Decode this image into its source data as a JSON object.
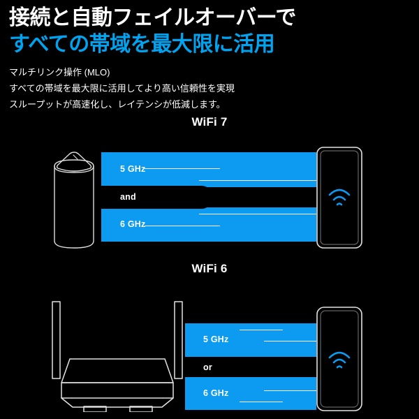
{
  "headline": {
    "line1": "接続と自動フェイルオーバーで",
    "line2": "すべての帯域を最大限に活用"
  },
  "subcopy": {
    "line1": "マルチリンク操作 (MLO)",
    "line2": "すべての帯域を最大限に活用してより高い信頼性を実現",
    "line3": "スループットが高速化し、レイテンシが低減します。"
  },
  "colors": {
    "background": "#000000",
    "accent_blue": "#0c9bf0",
    "headline_blue": "#00a3ef",
    "text_white": "#ffffff",
    "outline_gray": "#d9d9d9"
  },
  "sections": [
    {
      "id": "wifi7",
      "label": "WiFi 7",
      "device_left": "mesh-router-cylinder",
      "device_right": "smartphone",
      "connector": "and",
      "bands": [
        {
          "label": "5 GHz"
        },
        {
          "label": "6 GHz"
        }
      ]
    },
    {
      "id": "wifi6",
      "label": "WiFi 6",
      "device_left": "router-with-antennas",
      "device_right": "smartphone",
      "connector": "or",
      "bands": [
        {
          "label": "5 GHz"
        },
        {
          "label": "6 GHz"
        }
      ]
    }
  ],
  "icons": {
    "wifi_signal": "wifi-icon"
  }
}
